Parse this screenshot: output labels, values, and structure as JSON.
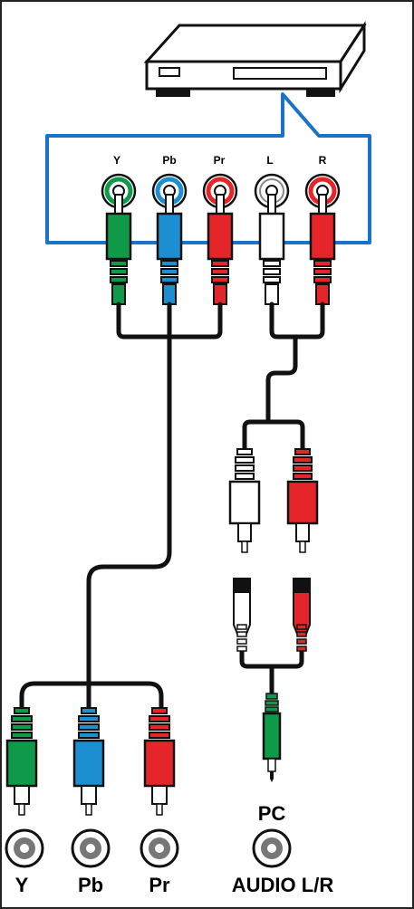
{
  "panel": {
    "jacks": [
      {
        "label": "Y",
        "color": "#0f9a4a"
      },
      {
        "label": "Pb",
        "color": "#1b8fd1"
      },
      {
        "label": "Pr",
        "color": "#e5252a"
      },
      {
        "label": "L",
        "color": "#ffffff"
      },
      {
        "label": "R",
        "color": "#e5252a"
      }
    ],
    "outline_color": "#1a73c9"
  },
  "tv_ports": {
    "y": "Y",
    "pb": "Pb",
    "pr": "Pr",
    "pc": "PC",
    "audio": "AUDIO L/R"
  },
  "colors": {
    "green": "#0f9a4a",
    "blue": "#1b8fd1",
    "red": "#e5252a",
    "white": "#ffffff",
    "cable": "#111111"
  }
}
